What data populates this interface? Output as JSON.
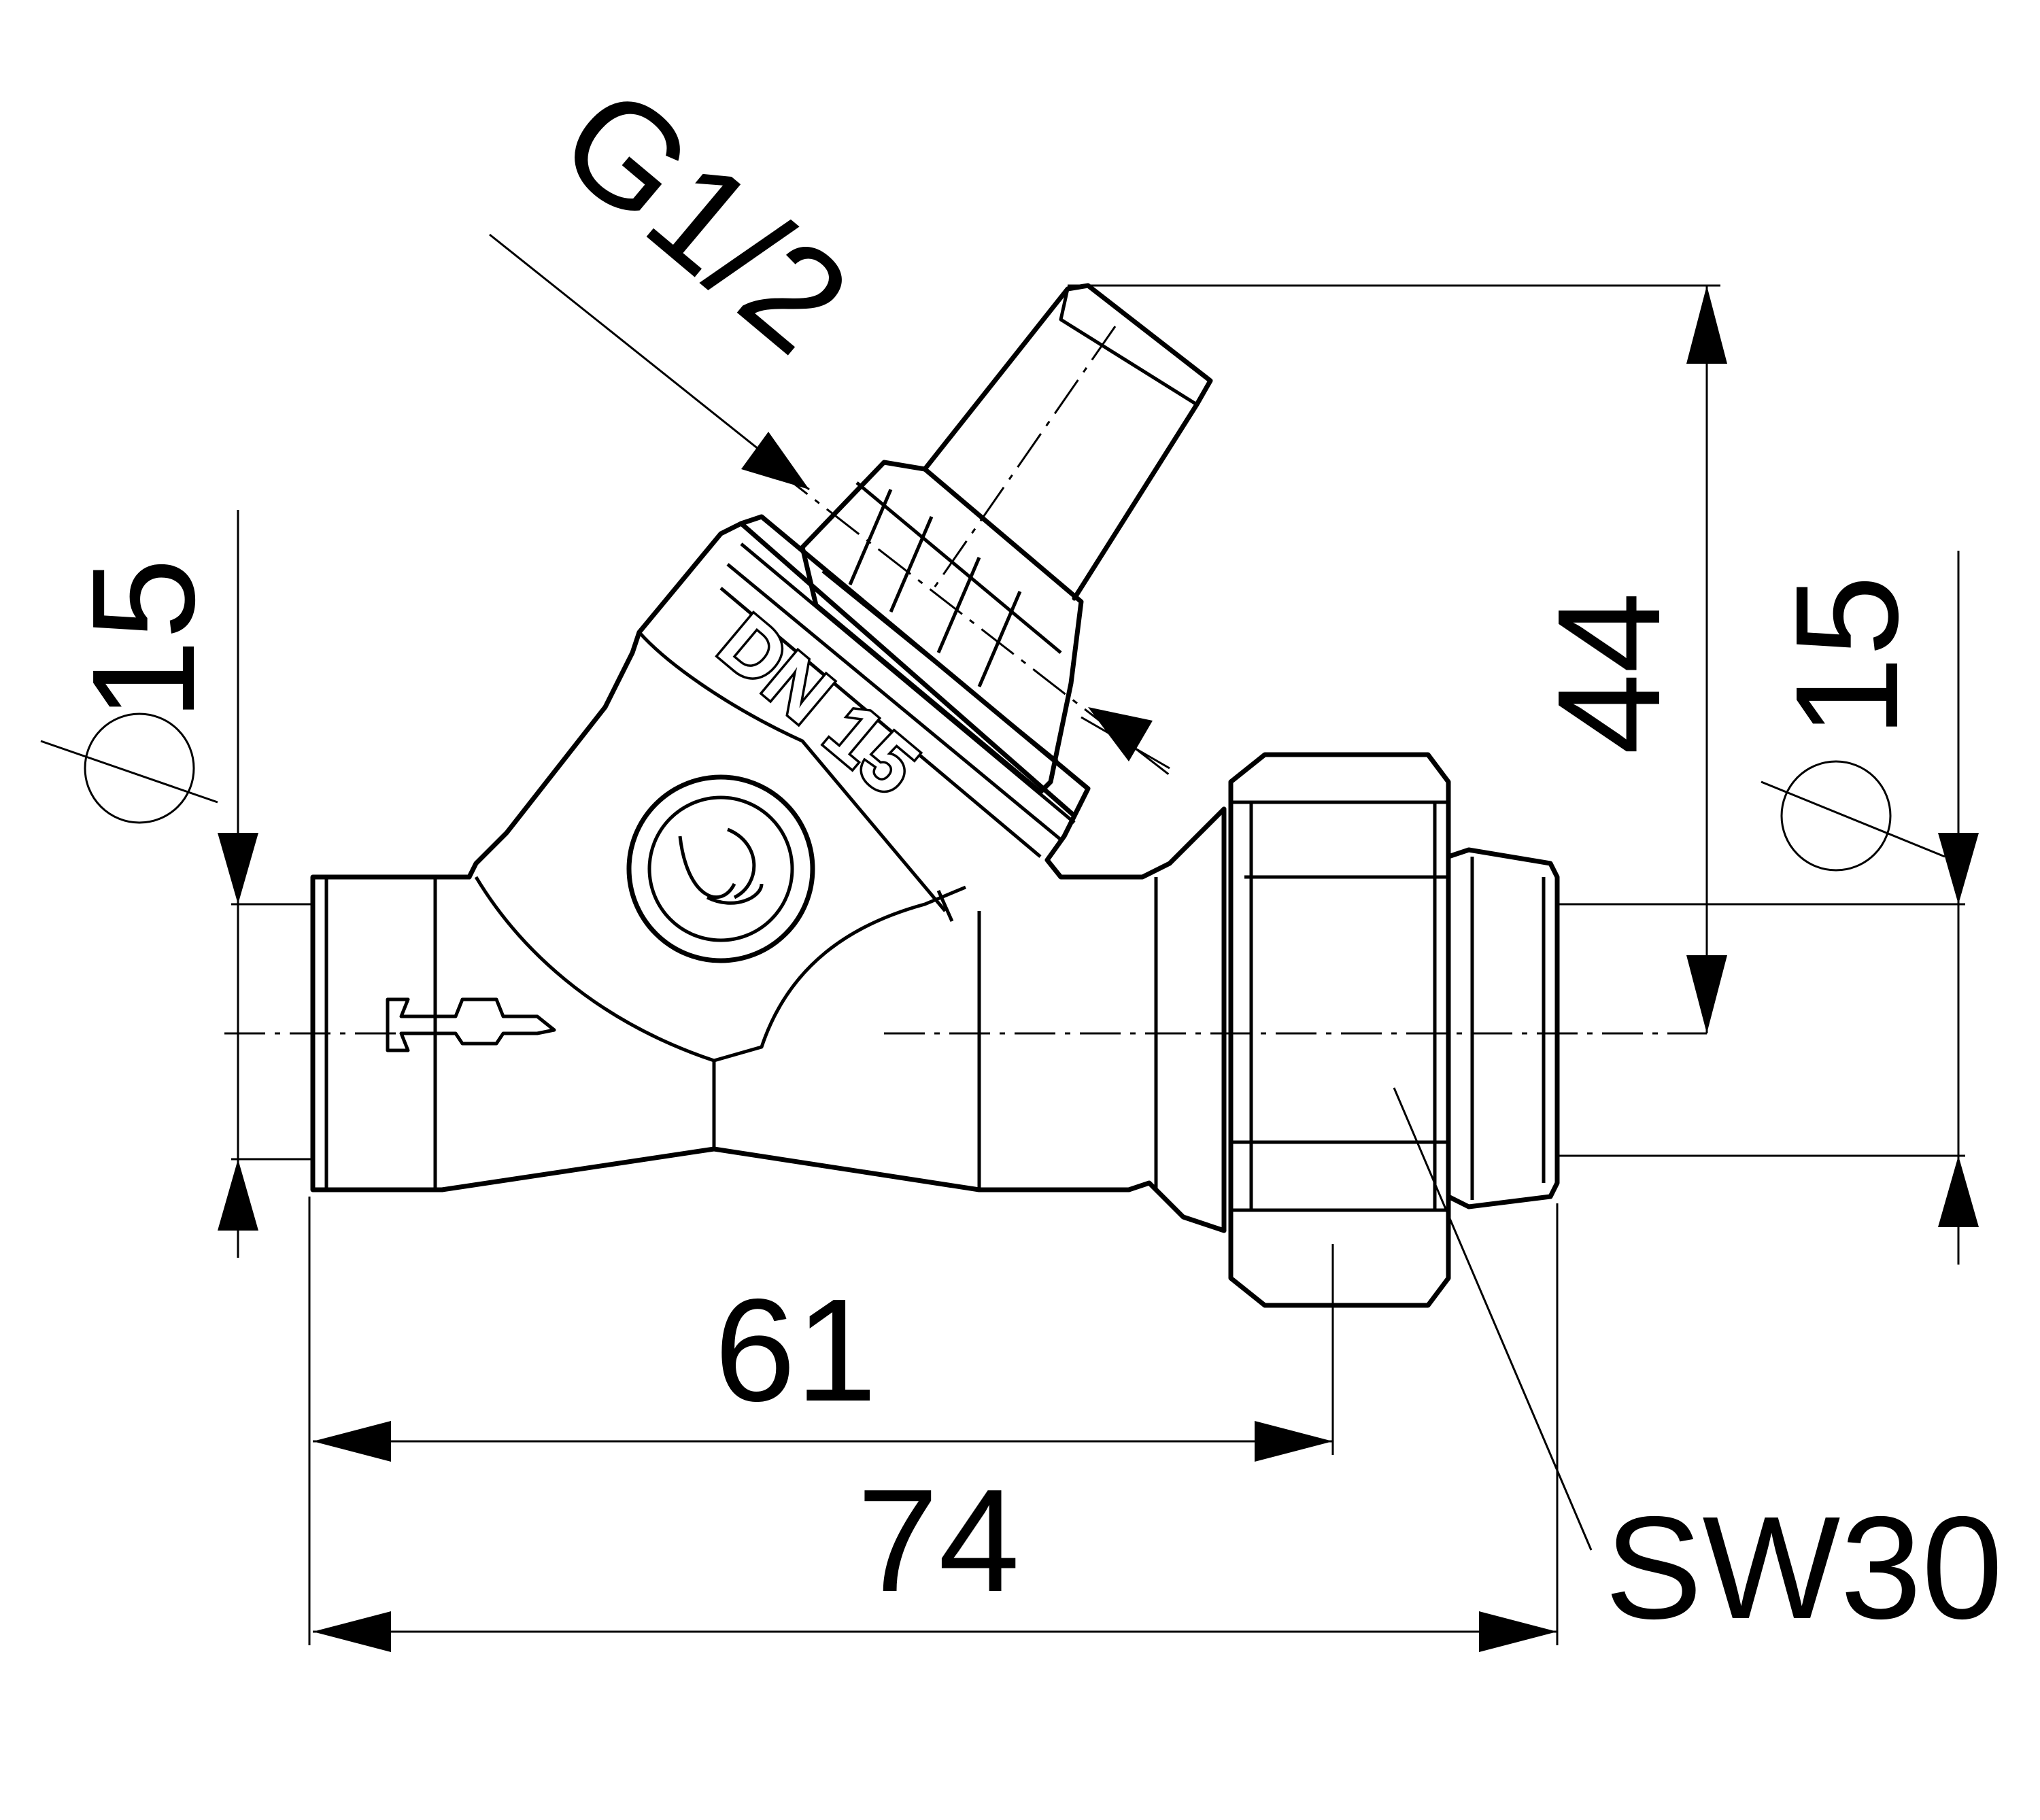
{
  "dimensions": {
    "thread": "G1/2",
    "diameter_left": "15",
    "diameter_right": "15",
    "height": "44",
    "length_inner": "61",
    "length_total": "74",
    "wrench_size": "SW30"
  },
  "body_marking": {
    "nominal_size": "DN 15"
  }
}
